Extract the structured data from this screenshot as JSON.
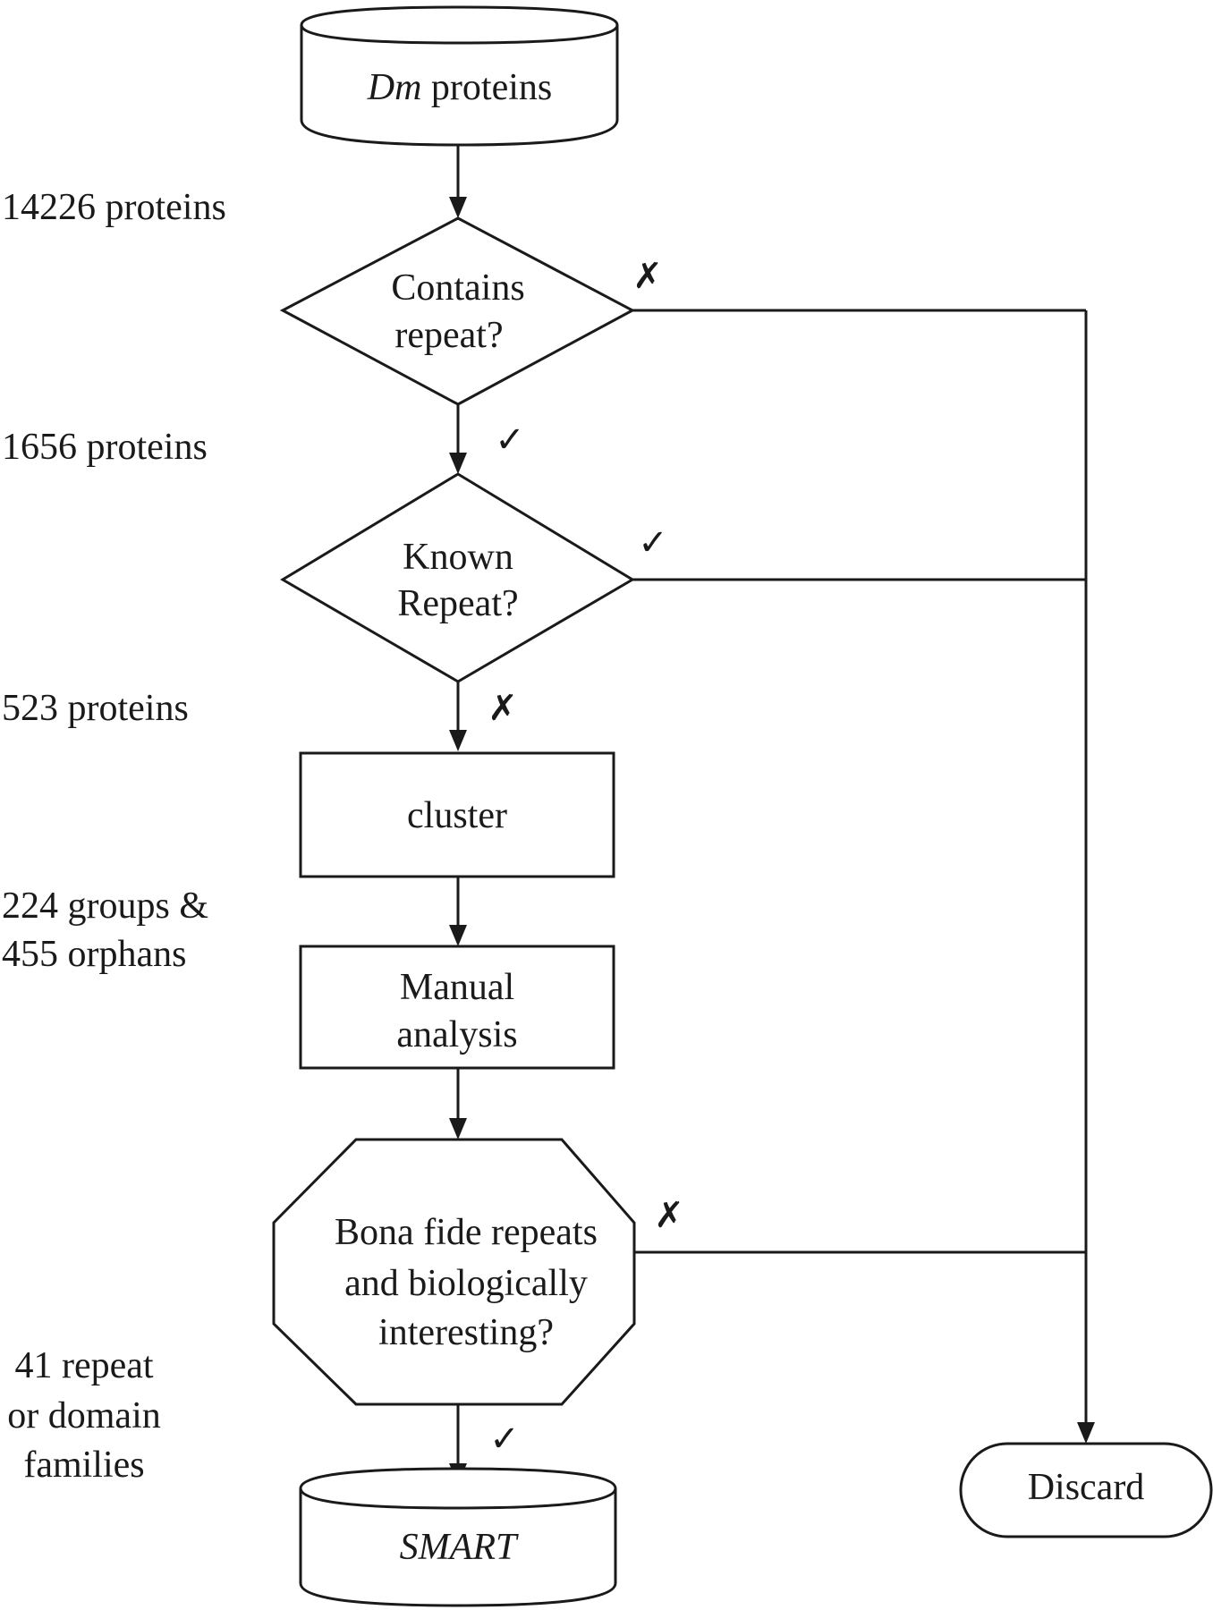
{
  "nodes": {
    "start": {
      "line1_italic": "Dm",
      "line1_rest": " proteins"
    },
    "contains_repeat": {
      "line1": "Contains",
      "line2": "repeat?"
    },
    "known_repeat": {
      "line1": "Known",
      "line2": "Repeat?"
    },
    "cluster": {
      "label": "cluster"
    },
    "manual_analysis": {
      "line1": "Manual",
      "line2": "analysis"
    },
    "bona_fide": {
      "line1": "Bona fide repeats",
      "line2": "and biologically",
      "line3": "interesting?"
    },
    "smart": {
      "label": "SMART"
    },
    "discard": {
      "label": "Discard"
    }
  },
  "counts": {
    "c1": "14226 proteins",
    "c2": "1656 proteins",
    "c3": "523 proteins",
    "c4_line1": "224 groups &",
    "c4_line2": "455 orphans",
    "c5_line1": "41 repeat",
    "c5_line2": "or domain",
    "c5_line3": "families"
  },
  "marks": {
    "contains_no": "✗",
    "contains_yes": "✓",
    "known_yes": "✓",
    "known_no": "✗",
    "bona_no": "✗",
    "bona_yes": "✓"
  }
}
